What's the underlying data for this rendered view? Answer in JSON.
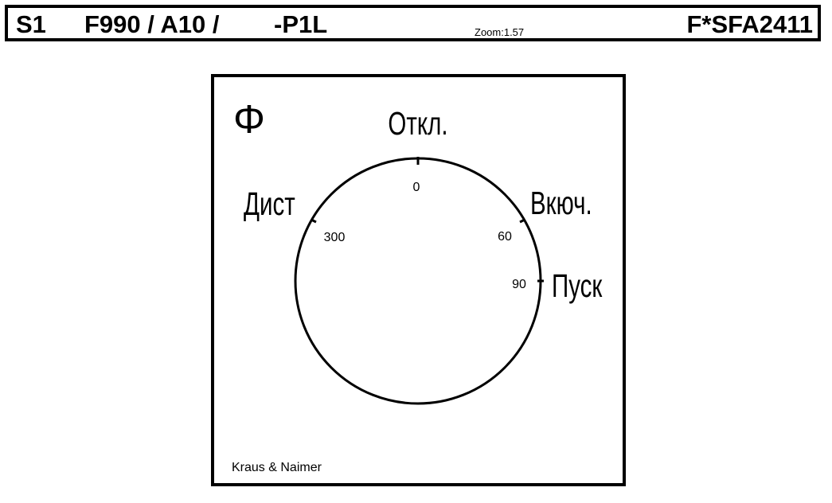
{
  "header": {
    "designation": "S1",
    "type_code": "F990 / A10 /",
    "variant": "-P1L",
    "zoom": "Zoom:1.57",
    "article_number": "F*SFA2411"
  },
  "plate": {
    "symbol": "Φ",
    "brand": "Kraus & Naimer",
    "positions": [
      {
        "angle": "0",
        "label": "Откл."
      },
      {
        "angle": "60",
        "label": "Вкюч."
      },
      {
        "angle": "90",
        "label": "Пуск"
      },
      {
        "angle": "300",
        "label": "Дист"
      }
    ]
  }
}
